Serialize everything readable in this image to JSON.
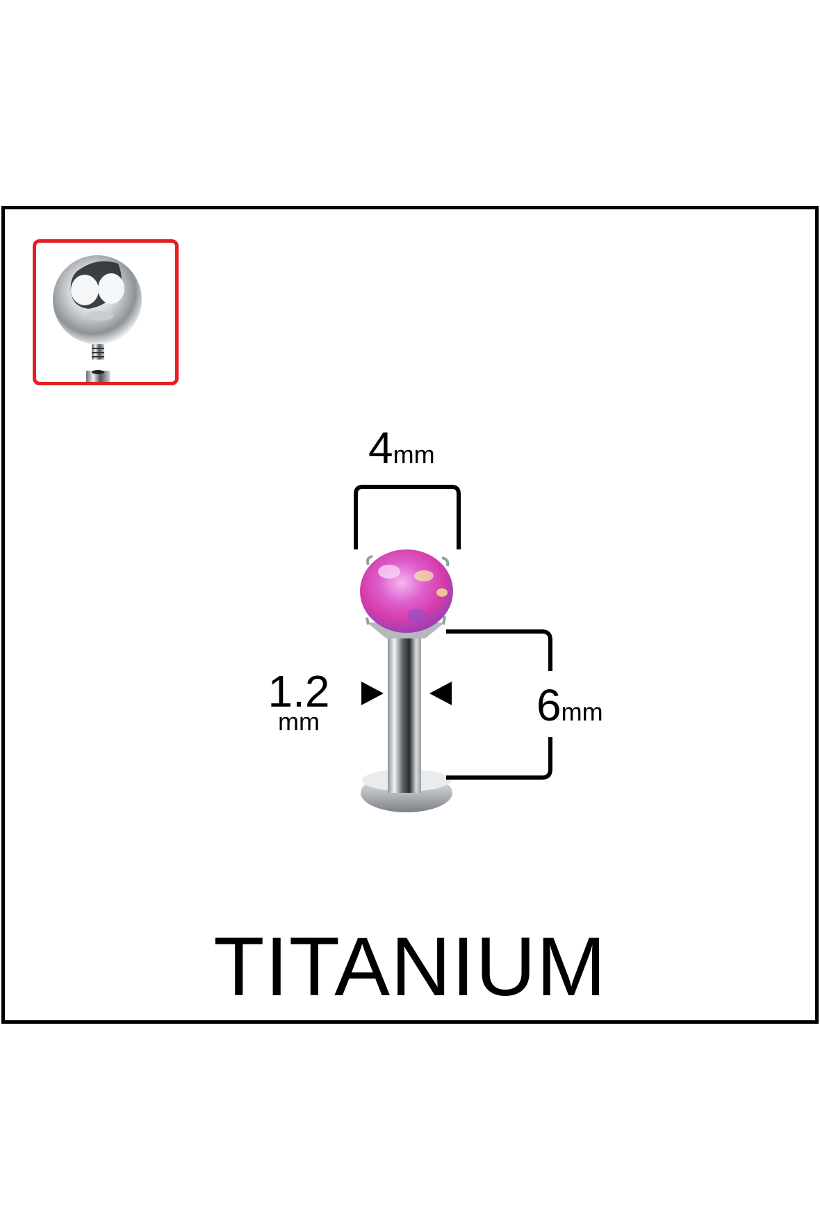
{
  "product": {
    "material_label": "TITANIUM",
    "thumbnail": {
      "icon": "threaded-ball-top-icon",
      "border_color": "#e31e24"
    },
    "gem": {
      "description": "pink opal prong-set stone",
      "color": "#e04fc8"
    }
  },
  "dimensions": {
    "top_width": {
      "value": "4",
      "unit": "mm"
    },
    "bar_gauge": {
      "value": "1.2",
      "unit": "mm"
    },
    "bar_length": {
      "value": "6",
      "unit": "mm"
    }
  },
  "colors": {
    "frame": "#000000",
    "thumbnail_border": "#e31e24",
    "gem": "#e04fc8",
    "metal": "#c8ccd0"
  }
}
